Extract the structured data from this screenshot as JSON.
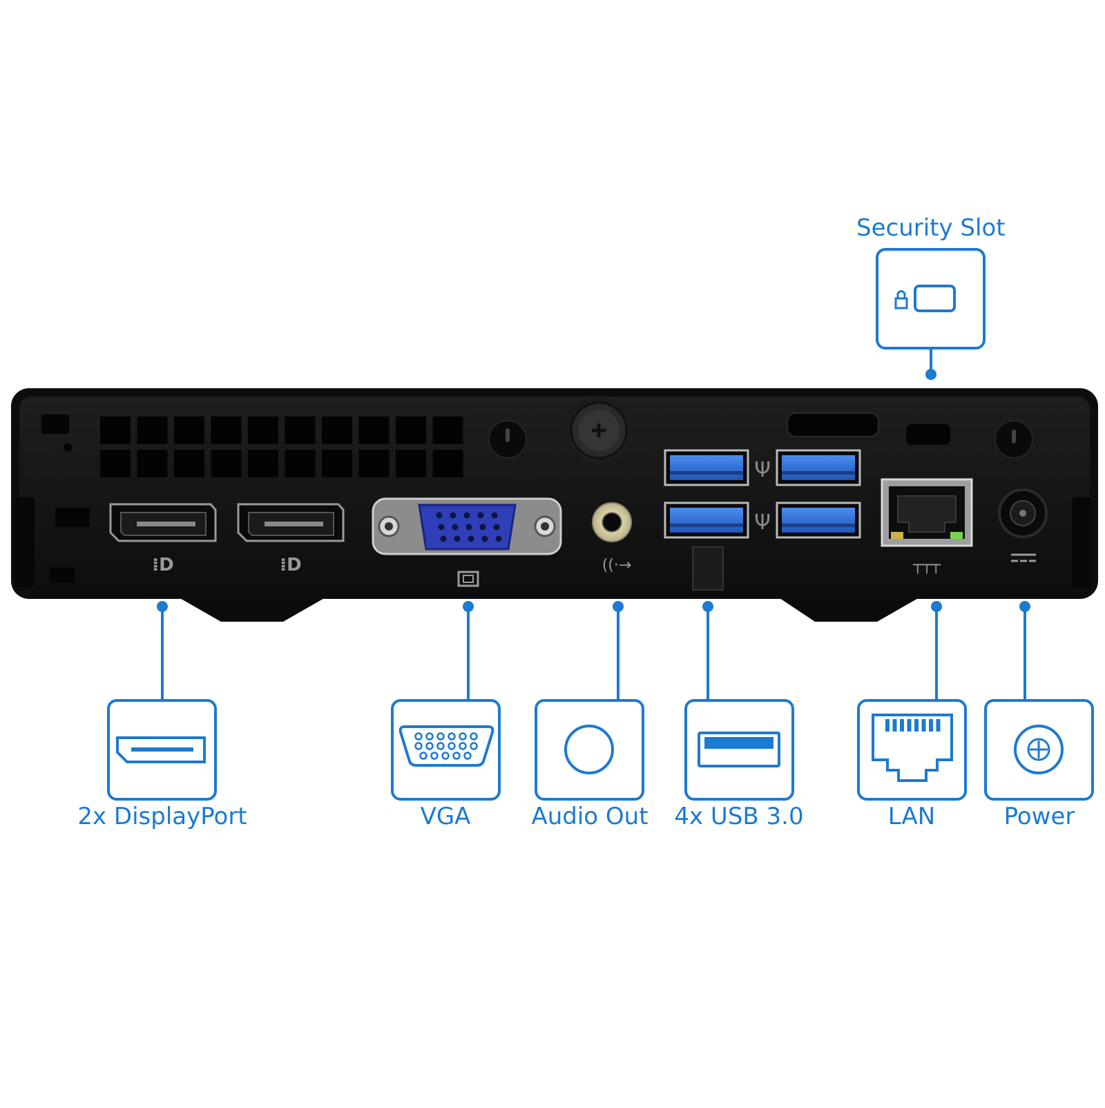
{
  "accent_color": "#1b7ad1",
  "chassis_color": "#141414",
  "usb_blue": "#2f6fd8",
  "vga_blue": "#3346c9",
  "callouts": {
    "security": "Security Slot",
    "displayport": "2x DisplayPort",
    "vga": "VGA",
    "audio": "Audio Out",
    "usb": "4x USB 3.0",
    "lan": "LAN",
    "power": "Power"
  }
}
